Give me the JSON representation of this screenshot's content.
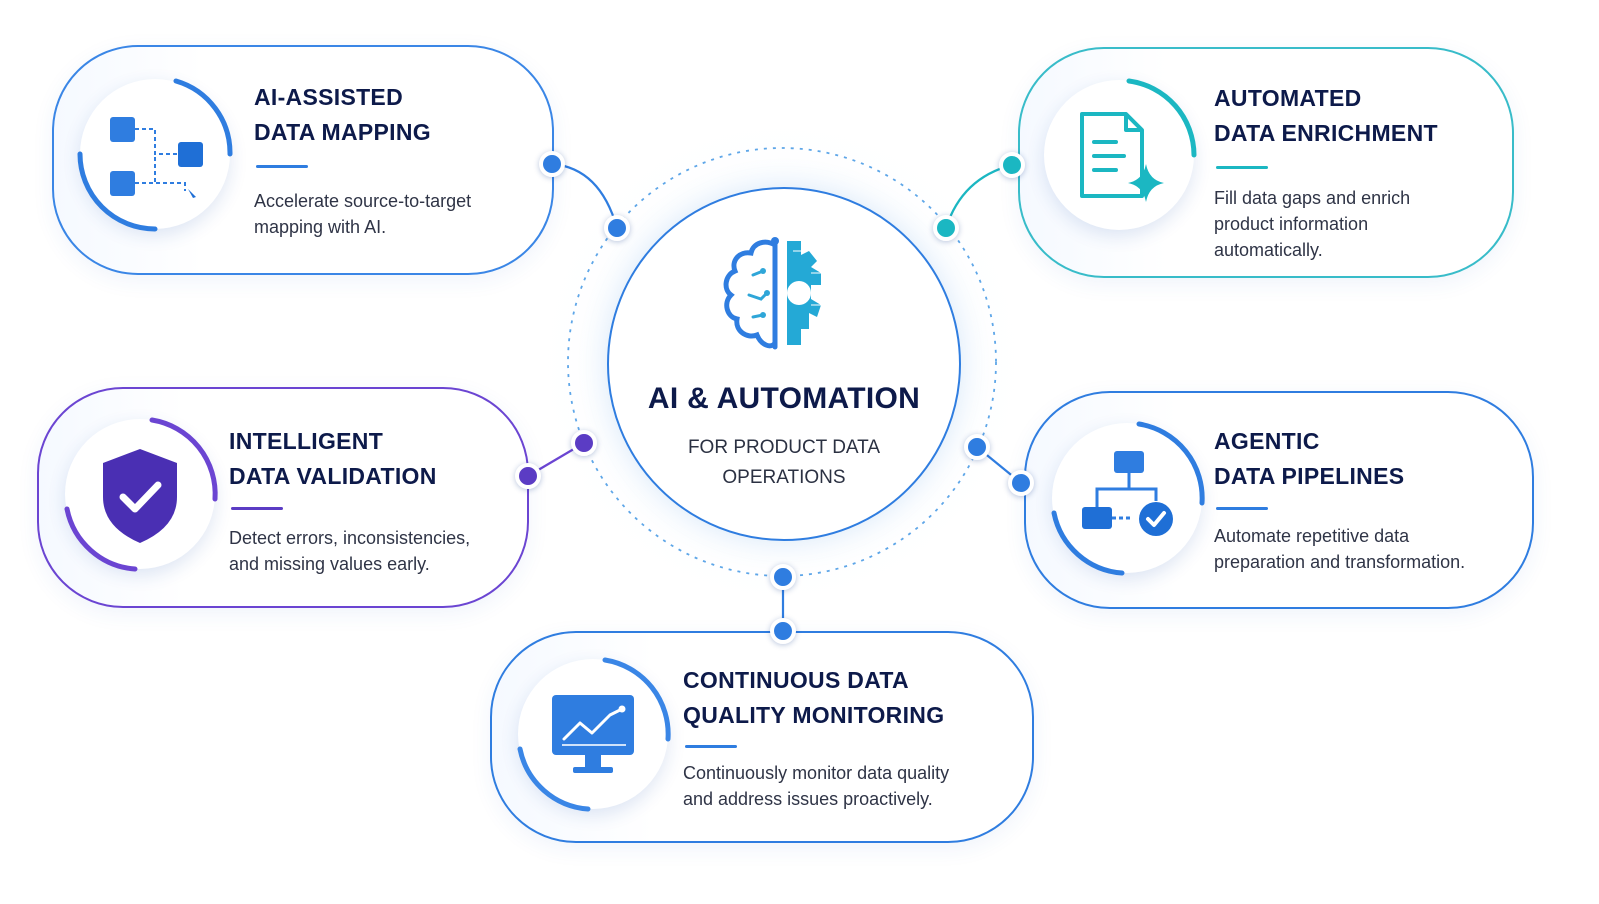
{
  "hub": {
    "title": "AI & AUTOMATION",
    "subtitle": "FOR PRODUCT DATA OPERATIONS",
    "icon": "brain-gear-icon"
  },
  "cards": [
    {
      "id": "ai-assisted-data-mapping",
      "title_line1": "AI-ASSISTED",
      "title_line2": "DATA MAPPING",
      "desc_line1": "Accelerate source-to-target",
      "desc_line2": "mapping with AI.",
      "icon": "mapping-icon",
      "accent": "#2f7de0"
    },
    {
      "id": "automated-data-enrichment",
      "title_line1": "AUTOMATED",
      "title_line2": "DATA ENRICHMENT",
      "desc_line1": "Fill data gaps and enrich",
      "desc_line2": "product information",
      "desc_line3": "automatically.",
      "icon": "document-sparkle-icon",
      "accent": "#1bb7c2"
    },
    {
      "id": "intelligent-data-validation",
      "title_line1": "INTELLIGENT",
      "title_line2": "DATA VALIDATION",
      "desc_line1": "Detect errors, inconsistencies,",
      "desc_line2": "and missing values early.",
      "icon": "shield-check-icon",
      "accent": "#5b3cc4"
    },
    {
      "id": "agentic-data-pipelines",
      "title_line1": "AGENTIC",
      "title_line2": "DATA PIPELINES",
      "desc_line1": "Automate repetitive data",
      "desc_line2": "preparation and transformation.",
      "icon": "pipeline-check-icon",
      "accent": "#2f7de0"
    },
    {
      "id": "continuous-data-quality-monitoring",
      "title_line1": "CONTINUOUS DATA",
      "title_line2": "QUALITY MONITORING",
      "desc_line1": "Continuously monitor data quality",
      "desc_line2": "and address issues proactively.",
      "icon": "monitor-chart-icon",
      "accent": "#2f7de0"
    }
  ],
  "colors": {
    "navy": "#0d1a4a",
    "blue": "#2f7de0",
    "teal": "#1bb7c2",
    "purple": "#5b3cc4"
  }
}
